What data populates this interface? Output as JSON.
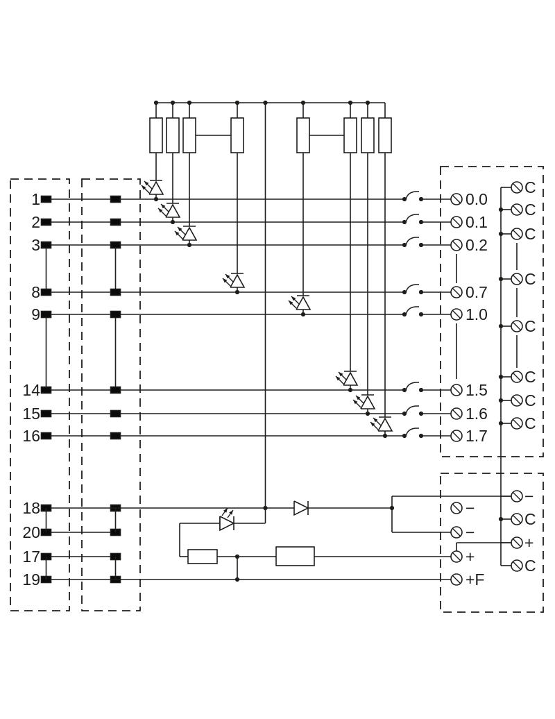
{
  "diagram": {
    "kind": "terminal-block wiring schematic",
    "colors": {
      "line": "#1d1d1b",
      "background": "#ffffff",
      "contact_fill": "#0a0a0a"
    },
    "channels": [
      {
        "input_terminal": "1",
        "output_label": "0.0"
      },
      {
        "input_terminal": "2",
        "output_label": "0.1"
      },
      {
        "input_terminal": "3",
        "output_label": "0.2"
      },
      {
        "input_terminal": "8",
        "output_label": "0.7"
      },
      {
        "input_terminal": "9",
        "output_label": "1.0"
      },
      {
        "input_terminal": "14",
        "output_label": "1.5"
      },
      {
        "input_terminal": "15",
        "output_label": "1.6"
      },
      {
        "input_terminal": "16",
        "output_label": "1.7"
      }
    ],
    "commons": {
      "label": "C",
      "count_top_block": 8
    },
    "power_rows": [
      {
        "input_terminal": "18",
        "left_label": "−"
      },
      {
        "input_terminal": "20",
        "left_label": "−"
      },
      {
        "input_terminal": "17",
        "left_label": "+"
      },
      {
        "input_terminal": "19",
        "left_label": "+F"
      }
    ],
    "power_right_column": [
      "−",
      "C",
      "+",
      "C"
    ],
    "component_counts": {
      "top_resistors": 8,
      "indicator_leds_vertical": 8,
      "indicator_led_horizontal": 1,
      "blocking_diode": 1,
      "series_resistors_bottom": 2,
      "relay_contacts": 8
    },
    "icons": {
      "led": "led-icon",
      "diode": "diode-icon",
      "relay_contact": "relay-contact-icon",
      "screw_terminal": "screw-terminal-icon"
    }
  }
}
